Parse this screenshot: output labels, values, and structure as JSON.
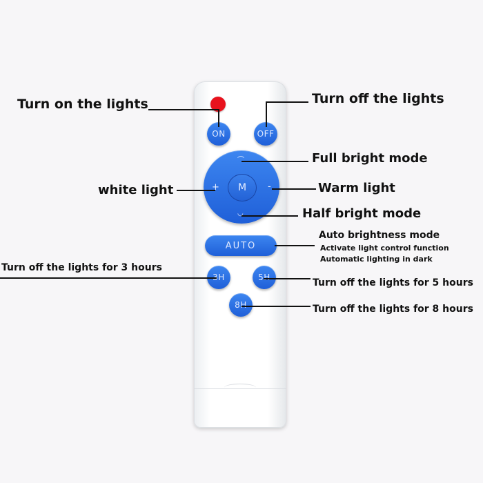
{
  "buttons": {
    "on": "ON",
    "off": "OFF",
    "mode": "M",
    "plus": "+",
    "minus": "-",
    "auto": "AUTO",
    "h3": "3H",
    "h5": "5H",
    "h8": "8H"
  },
  "labels": {
    "turn_on": "Turn on the lights",
    "turn_off": "Turn off the lights",
    "full_bright": "Full bright mode",
    "white_light": "white light",
    "warm_light": "Warm light",
    "half_bright": "Half bright mode",
    "auto_title": "Auto brightness mode",
    "auto_line1": "Activate light control function",
    "auto_line2": "Automatic lighting in dark",
    "off_3h": "Turn off the lights for 3 hours",
    "off_5h": "Turn off the lights for 5 hours",
    "off_8h": "Turn off the lights for 8 hours"
  },
  "colors": {
    "button_blue": "#2a6ee4",
    "indicator_red": "#e8121d",
    "remote_body": "#ffffff"
  }
}
